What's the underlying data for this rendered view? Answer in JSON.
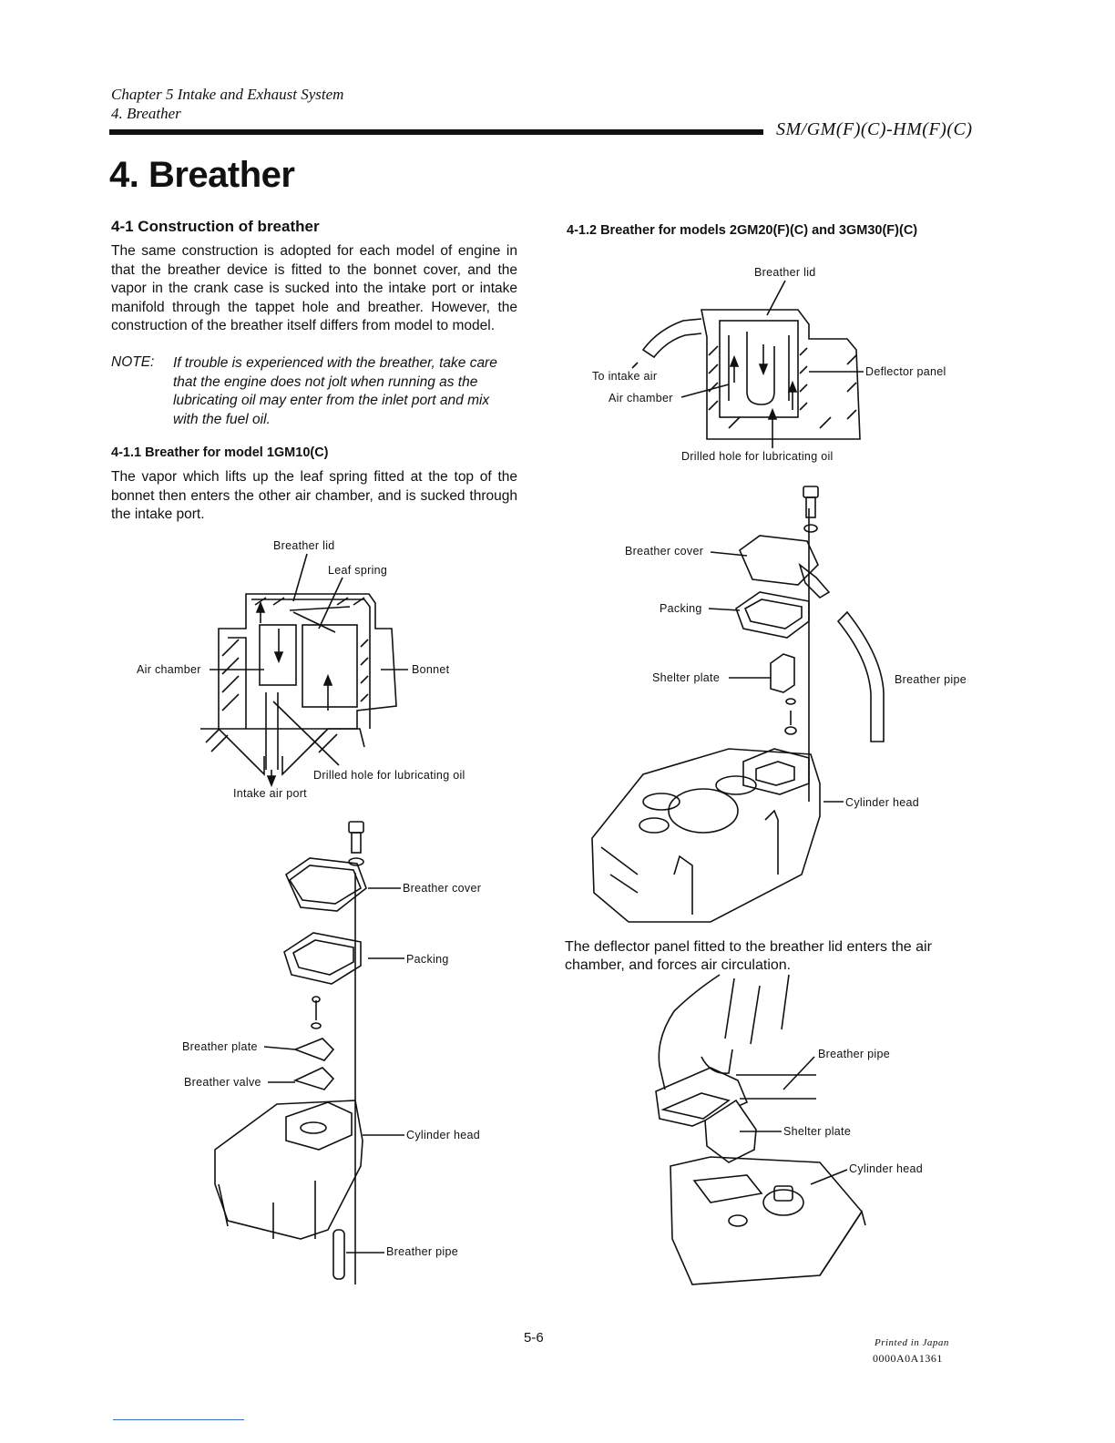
{
  "header": {
    "chapter": "Chapter 5 Intake and Exhaust System",
    "section": "4. Breather",
    "models": "SM/GM(F)(C)-HM(F)(C)"
  },
  "title": "4. Breather",
  "section_4_1": {
    "heading": "4-1 Construction of breather",
    "body": "The same construction is adopted for each model of engine in that the breather device is fitted to the bonnet cover, and the vapor in the crank case is sucked into the intake port or intake manifold through the tappet hole and breather. However, the construction of the breather itself differs from model to model.",
    "note_label": "NOTE:",
    "note_text": "If trouble is experienced with the breather, take care that the engine does not jolt when running as the lubricating oil may enter from the inlet port and mix with the fuel oil."
  },
  "section_4_1_1": {
    "heading": "4-1.1 Breather for model 1GM10(C)",
    "body": "The vapor which lifts up the leaf spring fitted at the top of the bonnet then enters the other air chamber, and is sucked through the intake port.",
    "fig1_labels": {
      "breather_lid": "Breather lid",
      "leaf_spring": "Leaf spring",
      "air_chamber": "Air chamber",
      "bonnet": "Bonnet",
      "drilled_hole": "Drilled hole for lubricating oil",
      "intake_air_port": "Intake air port"
    },
    "fig2_labels": {
      "breather_cover": "Breather cover",
      "packing": "Packing",
      "breather_plate": "Breather plate",
      "breather_valve": "Breather valve",
      "cylinder_head": "Cylinder head",
      "breather_pipe": "Breather pipe"
    }
  },
  "section_4_1_2": {
    "heading": "4-1.2 Breather for models 2GM20(F)(C) and 3GM30(F)(C)",
    "fig3_labels": {
      "breather_lid": "Breather lid",
      "to_intake_air": "To intake air",
      "air_chamber": "Air chamber",
      "deflector_panel": "Deflector panel",
      "drilled_hole": "Drilled hole for lubricating oil"
    },
    "fig4_labels": {
      "breather_cover": "Breather cover",
      "packing": "Packing",
      "shelter_plate": "Shelter plate",
      "breather_pipe": "Breather pipe",
      "cylinder_head": "Cylinder head"
    },
    "caption": "The deflector panel fitted to the breather lid enters the air chamber, and forces air circulation.",
    "fig5_labels": {
      "breather_pipe": "Breather pipe",
      "shelter_plate": "Shelter plate",
      "cylinder_head": "Cylinder head"
    }
  },
  "footer": {
    "page_number": "5-6",
    "printed": "Printed in Japan",
    "code": "0000A0A1361"
  }
}
